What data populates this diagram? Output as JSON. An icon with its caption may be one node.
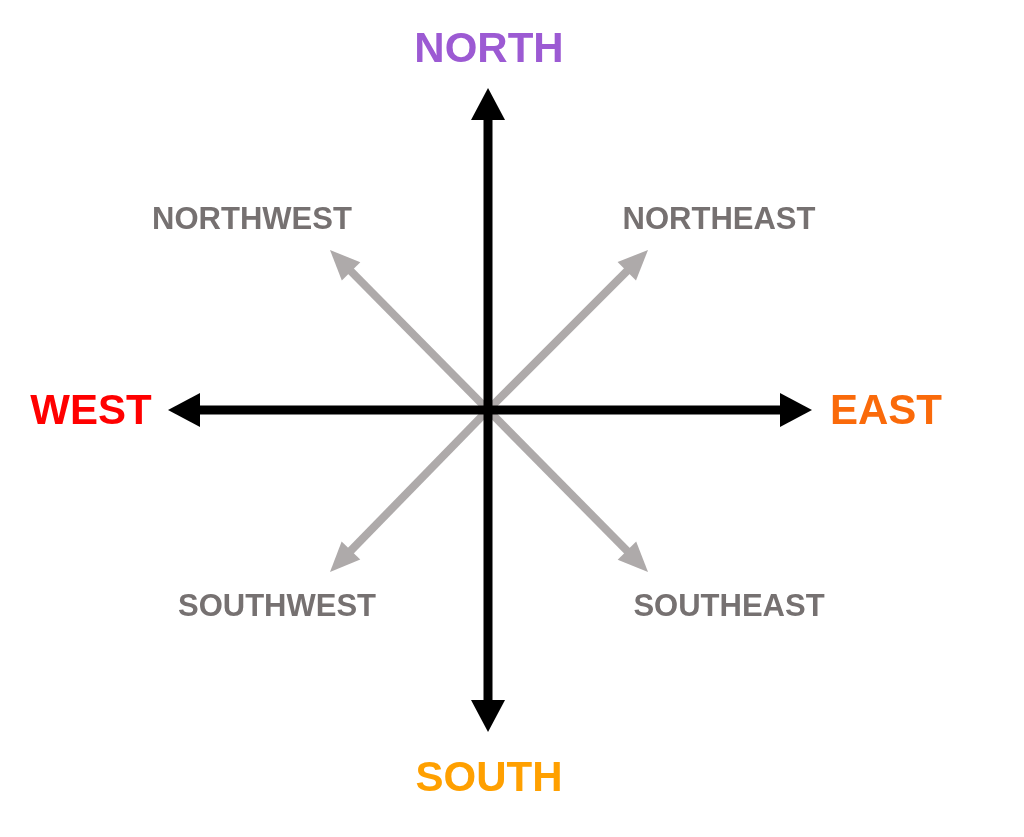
{
  "diagram": {
    "labels": [
      "NORTH",
      "NORTHWEST",
      "NORTHEAST",
      "WEST",
      "EAST",
      "SOUTHWEST",
      "SOUTHEAST",
      "SOUTH"
    ]
  }
}
